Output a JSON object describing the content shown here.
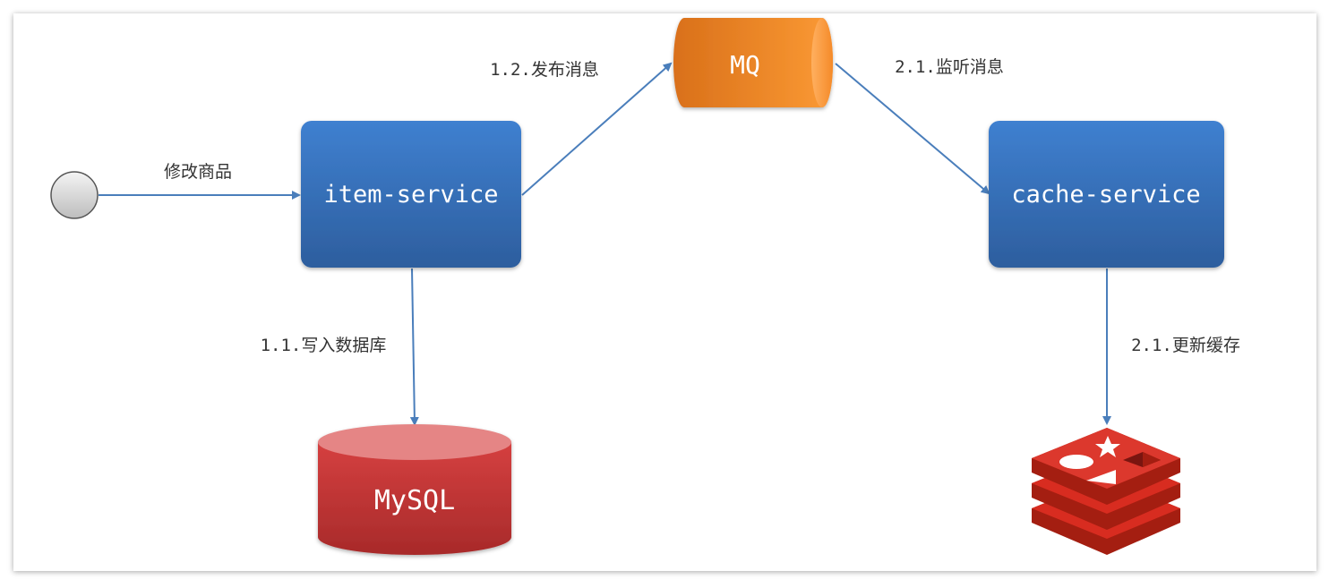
{
  "nodes": {
    "start": {
      "kind": "start-circle"
    },
    "item_service": {
      "label": "item-service",
      "color": "#3d78c4"
    },
    "mq": {
      "label": "MQ",
      "color": "#f08a24"
    },
    "cache_service": {
      "label": "cache-service",
      "color": "#3d78c4"
    },
    "mysql": {
      "label": "MySQL",
      "color": "#cf3a3a"
    },
    "redis": {
      "icon": "redis-icon",
      "color": "#d82c20"
    }
  },
  "edges": {
    "modify_item": "修改商品",
    "write_db": "1.1.写入数据库",
    "publish_msg": "1.2.发布消息",
    "listen_msg": "2.1.监听消息",
    "update_cache": "2.1.更新缓存"
  },
  "colors": {
    "arrow": "#4a7ebb",
    "text": "#333333"
  }
}
